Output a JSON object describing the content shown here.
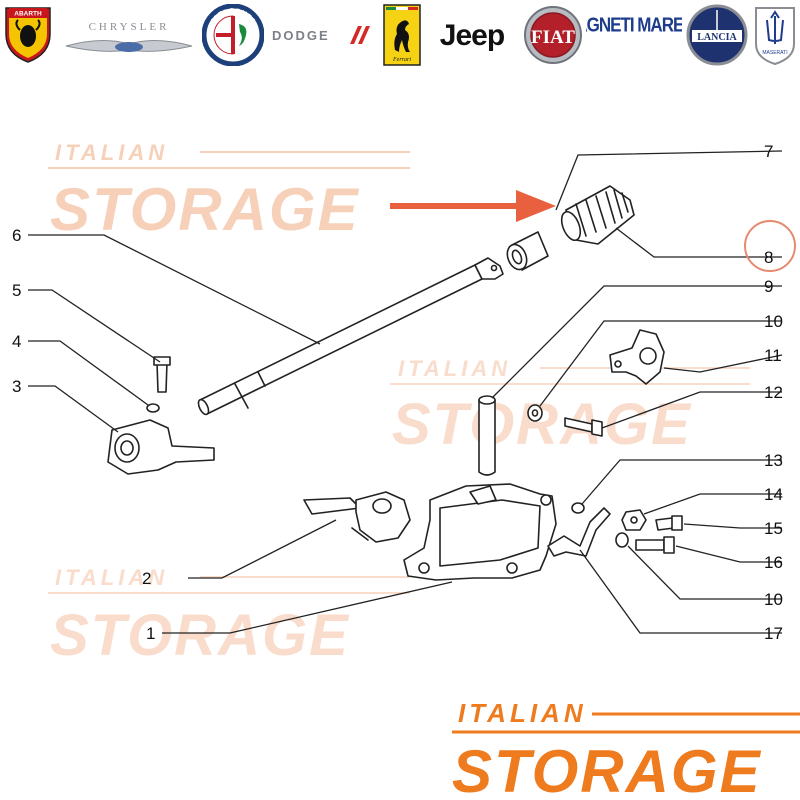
{
  "brands": [
    {
      "name": "ABARTH"
    },
    {
      "name": "CHRYSLER"
    },
    {
      "name": "ALFA ROMEO"
    },
    {
      "name": "DODGE"
    },
    {
      "name": "Ferrari"
    },
    {
      "name": "Jeep"
    },
    {
      "name": "FIAT"
    },
    {
      "name": "MAGNETI MARELLI"
    },
    {
      "name": "LANCIA"
    },
    {
      "name": "MASERATI"
    }
  ],
  "watermark": {
    "line1": "ITALIAN",
    "line2": "STORAGE",
    "color": "#f4a37a"
  },
  "footer_logo": {
    "line1": "ITALIAN",
    "line2": "STORAGE",
    "color": "#ef7b1f"
  },
  "callouts": [
    "1",
    "2",
    "3",
    "4",
    "5",
    "6",
    "7",
    "8",
    "9",
    "10",
    "11",
    "12",
    "13",
    "14",
    "15",
    "16",
    "10",
    "17"
  ],
  "highlight": {
    "part": "8",
    "arrow_color": "#e8603e",
    "circle_color": "#e58a6e"
  }
}
